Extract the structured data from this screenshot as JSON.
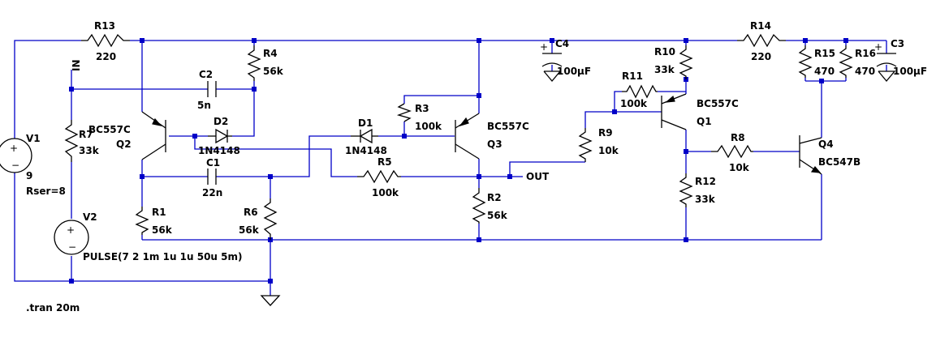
{
  "components": {
    "R13": {
      "ref": "R13",
      "value": "220"
    },
    "R14": {
      "ref": "R14",
      "value": "220"
    },
    "R4": {
      "ref": "R4",
      "value": "56k"
    },
    "R7": {
      "ref": "R7",
      "value": "33k"
    },
    "R1": {
      "ref": "R1",
      "value": "56k"
    },
    "R6": {
      "ref": "R6",
      "value": "56k"
    },
    "R3": {
      "ref": "R3",
      "value": "100k"
    },
    "R5": {
      "ref": "R5",
      "value": "100k"
    },
    "R2": {
      "ref": "R2",
      "value": "56k"
    },
    "R9": {
      "ref": "R9",
      "value": "10k"
    },
    "R10": {
      "ref": "R10",
      "value": "33k"
    },
    "R11": {
      "ref": "R11",
      "value": "100k"
    },
    "R12": {
      "ref": "R12",
      "value": "33k"
    },
    "R8": {
      "ref": "R8",
      "value": "10k"
    },
    "R15": {
      "ref": "R15",
      "value": "470"
    },
    "R16": {
      "ref": "R16",
      "value": "470"
    },
    "C1": {
      "ref": "C1",
      "value": "22n"
    },
    "C2": {
      "ref": "C2",
      "value": "5n"
    },
    "C3": {
      "ref": "C3",
      "value": "100µF"
    },
    "C4": {
      "ref": "C4",
      "value": "100µF"
    },
    "D1": {
      "ref": "D1",
      "value": "1N4148"
    },
    "D2": {
      "ref": "D2",
      "value": "1N4148"
    },
    "Q1": {
      "ref": "Q1",
      "value": "BC557C"
    },
    "Q2": {
      "ref": "Q2",
      "value": "BC557C"
    },
    "Q3": {
      "ref": "Q3",
      "value": "BC557C"
    },
    "Q4": {
      "ref": "Q4",
      "value": "BC547B"
    },
    "V1": {
      "ref": "V1",
      "value": "9",
      "param": "Rser=8"
    },
    "V2": {
      "ref": "V2",
      "value": "PULSE(7 2 1m 1u 1u 50u 5m)"
    }
  },
  "nets": {
    "in": "IN",
    "out": "OUT"
  },
  "directive": ".tran 20m",
  "colors": {
    "wire": "#0000c8",
    "component": "#000000",
    "background": "#ffffff"
  }
}
